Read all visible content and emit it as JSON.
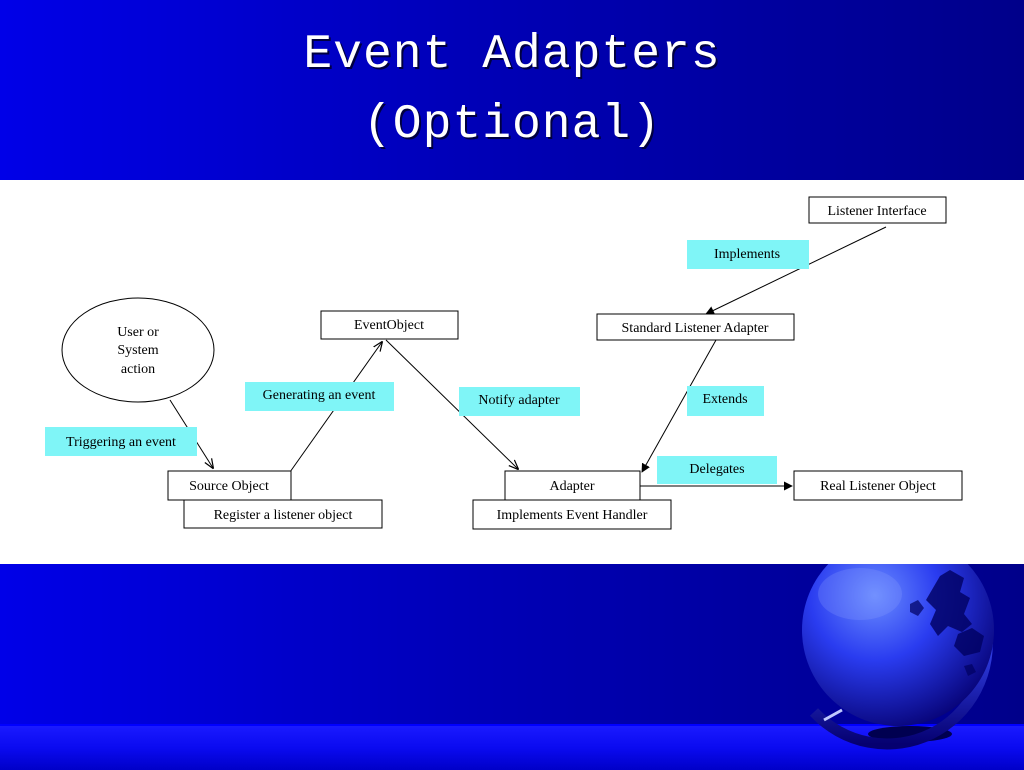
{
  "slide": {
    "title_line1": "Event Adapters",
    "title_line2": "(Optional)"
  },
  "diagram": {
    "nodes": {
      "user_action": [
        "User or",
        "System",
        "action"
      ],
      "event_object": "EventObject",
      "source_object": "Source Object",
      "register_listener": "Register a listener object",
      "adapter": "Adapter",
      "implements_handler": "Implements Event Handler",
      "listener_interface": "Listener Interface",
      "standard_adapter": "Standard Listener Adapter",
      "real_listener": "Real Listener Object"
    },
    "edge_labels": {
      "triggering": "Triggering an event",
      "generating": "Generating an event",
      "notify": "Notify adapter",
      "implements": "Implements",
      "extends": "Extends",
      "delegates": "Delegates"
    }
  },
  "colors": {
    "label_fill": "#7ff5f7",
    "panel_bg": "#ffffff",
    "title_text": "#ffffff"
  },
  "icons": {
    "decoration": "globe-icon"
  }
}
